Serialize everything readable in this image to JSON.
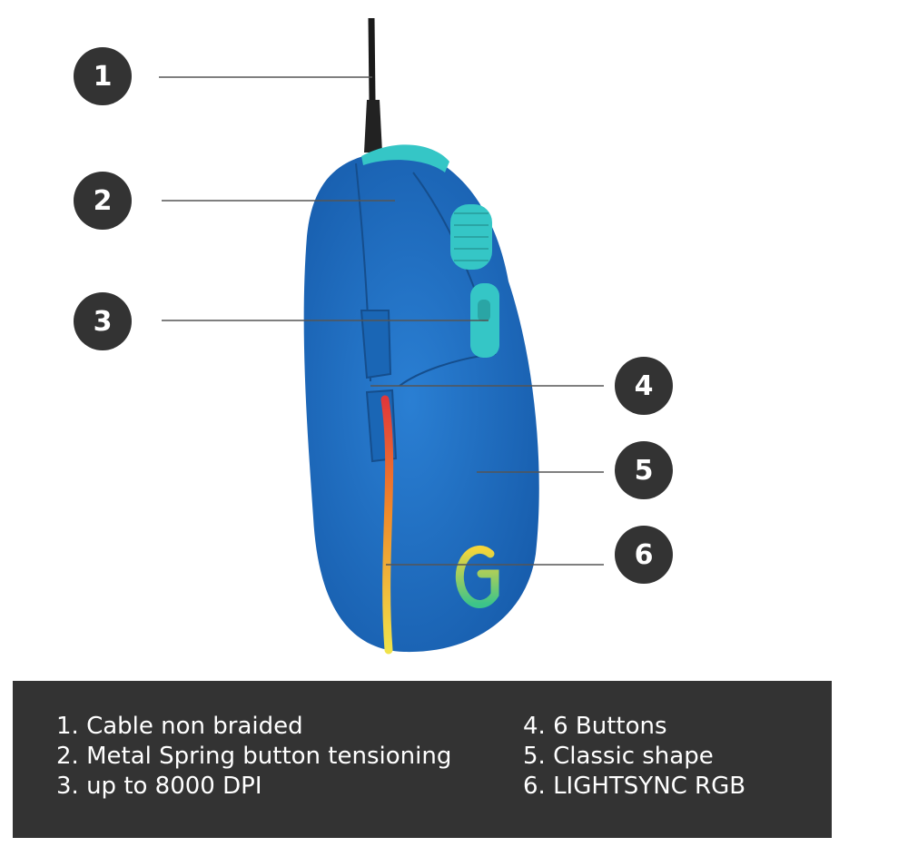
{
  "callouts": [
    {
      "number": "1",
      "feature": "Cable non braided"
    },
    {
      "number": "2",
      "feature": "Metal Spring button tensioning"
    },
    {
      "number": "3",
      "feature": "up to 8000 DPI"
    },
    {
      "number": "4",
      "feature": "6 Buttons"
    },
    {
      "number": "5",
      "feature": "Classic shape"
    },
    {
      "number": "6",
      "feature": "LIGHTSYNC RGB"
    }
  ],
  "legend": {
    "left": [
      "1. Cable non braided",
      "2. Metal Spring button tensioning",
      "3. up to 8000 DPI"
    ],
    "right": [
      "4. 6 Buttons",
      "5. Classic shape",
      "6. LIGHTSYNC RGB"
    ]
  },
  "colors": {
    "mouse_body": "#1f6fc1",
    "accent_cyan": "#35c6c6",
    "callout_bg": "#333333",
    "legend_bg": "#333333",
    "rgb_light": [
      "#f0e24a",
      "#f08a2a",
      "#e0383a"
    ]
  },
  "icons": [
    "g-logo-icon",
    "scroll-wheel-icon",
    "dpi-button-icon"
  ]
}
